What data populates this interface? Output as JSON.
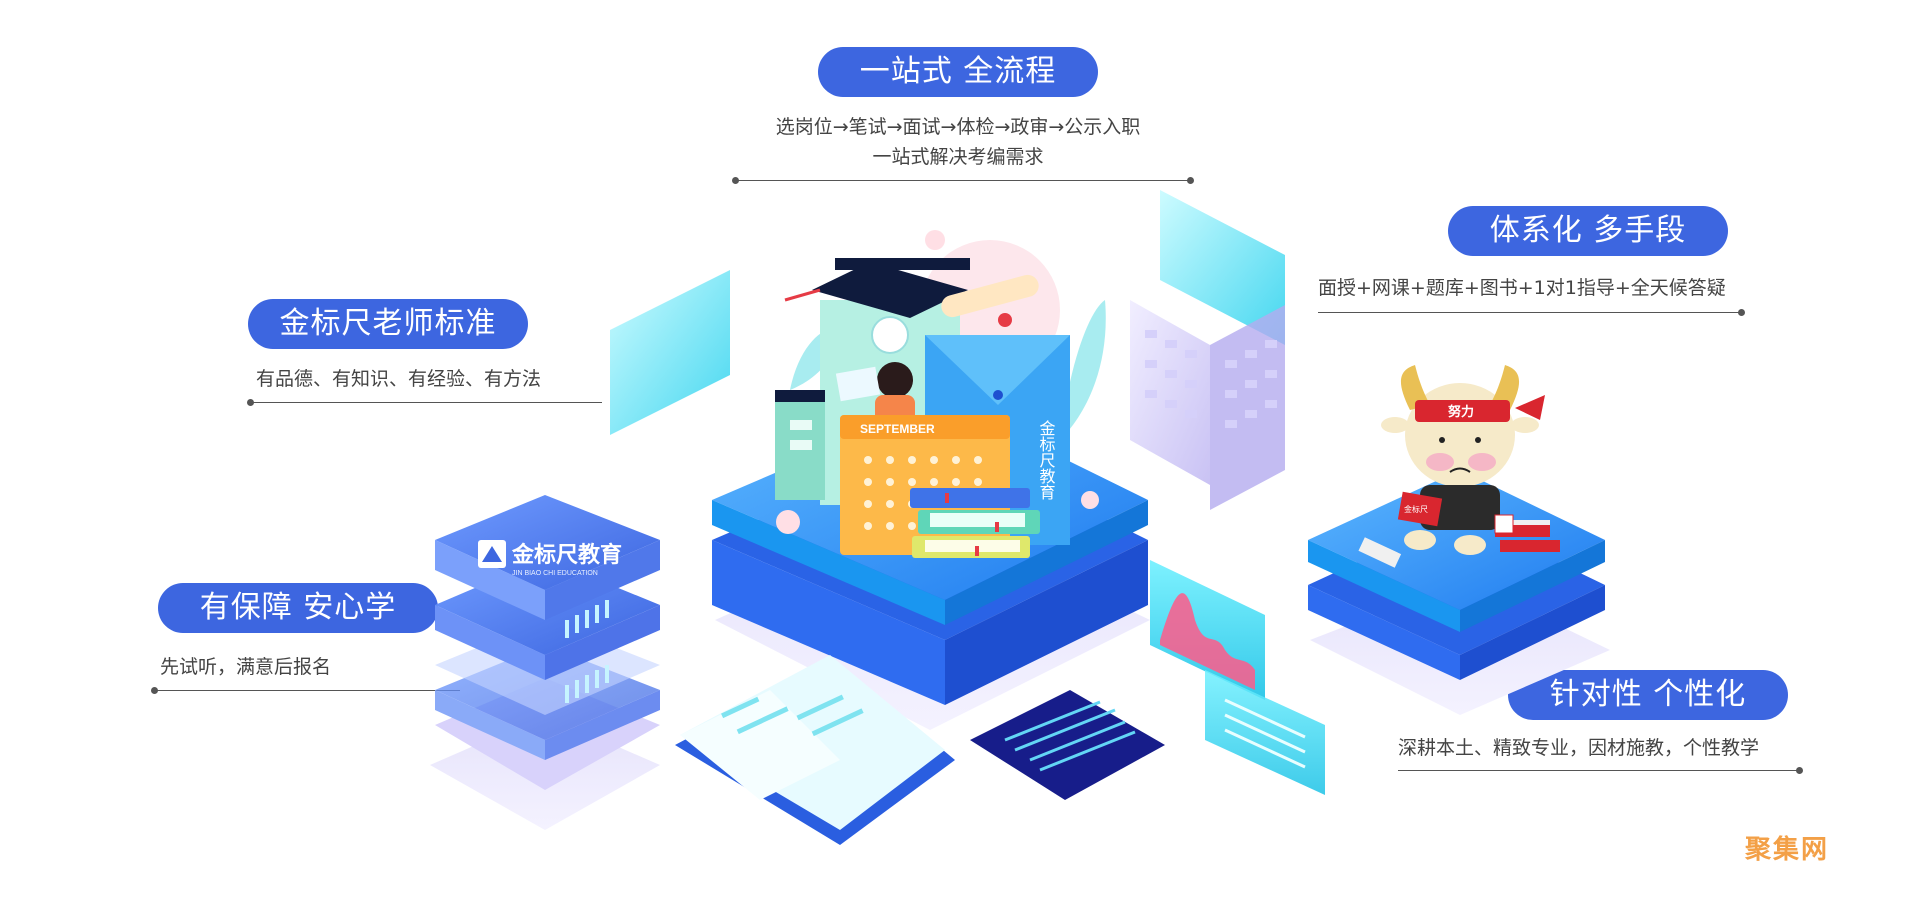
{
  "features": {
    "flow": {
      "title": "一站式  全流程",
      "line1": "选岗位→笔试→面试→体检→政审→公示入职",
      "line2": "一站式解决考编需求"
    },
    "teacher": {
      "title": "金标尺老师标准",
      "desc": "有品德、有知识、有经验、有方法"
    },
    "system": {
      "title": "体系化  多手段",
      "desc": "面授+网课+题库+图书+1对1指导+全天候答疑"
    },
    "guarantee": {
      "title": "有保障  安心学",
      "desc": "先试听，满意后报名"
    },
    "target": {
      "title": "针对性  个性化",
      "desc": "深耕本土、精致专业，因材施教，个性教学"
    }
  },
  "illustration": {
    "brand_logo": "金标尺教育",
    "brand_sub": "JIN BIAO CHI EDUCATION",
    "calendar_month": "SEPTEMBER",
    "envelope_text": "金标尺教育",
    "ox_headband": "努力",
    "ox_book": "金标尺"
  },
  "watermark": "聚集网",
  "colors": {
    "accent": "#3d66e0",
    "platform_top": "#2f8cf2",
    "platform_side": "#2458e0",
    "cyan": "#3fd6ef",
    "watermark": "#f3a047"
  }
}
